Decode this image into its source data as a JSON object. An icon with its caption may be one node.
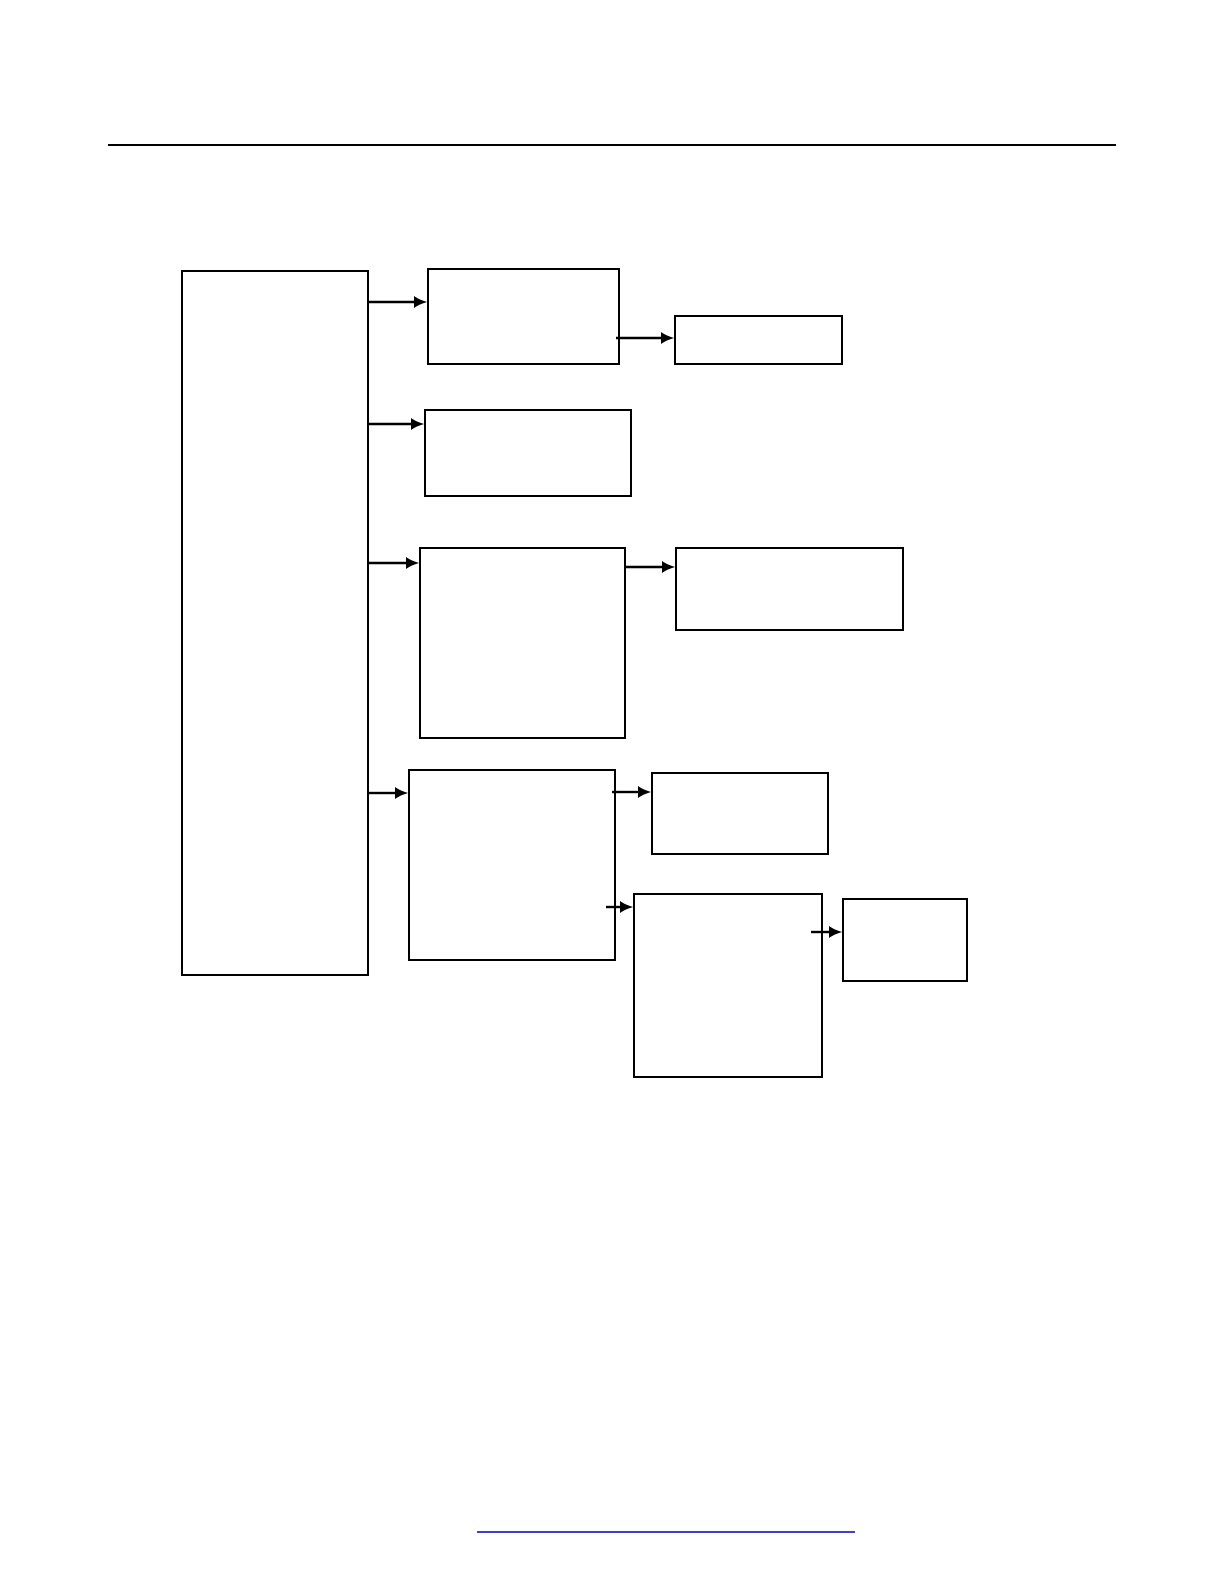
{
  "diagram": {
    "nodes": [
      {
        "text": [],
        "shape": "box"
      },
      {
        "text": [],
        "shape": "box"
      },
      {
        "text": [],
        "shape": "box"
      },
      {
        "text": [],
        "shape": "box"
      },
      {
        "text": [],
        "shape": "box"
      },
      {
        "text": [],
        "shape": "box"
      },
      {
        "text": [],
        "shape": "box"
      },
      {
        "text": [],
        "shape": "box"
      },
      {
        "text": [],
        "shape": "box"
      },
      {
        "text": [],
        "shape": "box"
      }
    ],
    "edges": [
      {
        "from": 0,
        "to": 1,
        "arrow": "to"
      },
      {
        "from": 1,
        "to": 2,
        "arrow": "to"
      },
      {
        "from": 0,
        "to": 3,
        "arrow": "to"
      },
      {
        "from": 0,
        "to": 4,
        "arrow": "to"
      },
      {
        "from": 4,
        "to": 5,
        "arrow": "to"
      },
      {
        "from": 0,
        "to": 6,
        "arrow": "to"
      },
      {
        "from": 6,
        "to": 7,
        "arrow": "to"
      },
      {
        "from": 6,
        "to": 8,
        "arrow": "to"
      },
      {
        "from": 8,
        "to": 9,
        "arrow": "to"
      }
    ]
  }
}
